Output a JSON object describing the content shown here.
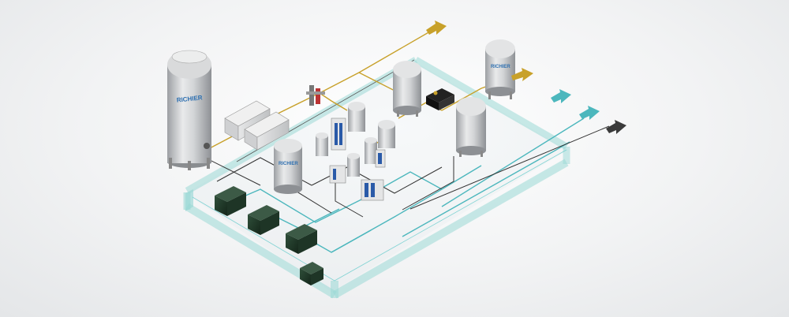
{
  "diagram": {
    "brand_label": "RICHIER",
    "colors": {
      "background": "#f0f1f2",
      "frame": "#8fd6d4",
      "pipe_cyan": "#4cb7bd",
      "pipe_gold": "#c8a12a",
      "pipe_dark": "#333333",
      "compressor": "#1f3a2a",
      "vessel": "#c9cacc"
    },
    "arrows": [
      {
        "id": "top-gold",
        "color": "gold"
      },
      {
        "id": "right-gold",
        "color": "gold"
      },
      {
        "id": "teal-1",
        "color": "cyan"
      },
      {
        "id": "teal-2",
        "color": "cyan"
      },
      {
        "id": "dark",
        "color": "dark"
      }
    ]
  }
}
